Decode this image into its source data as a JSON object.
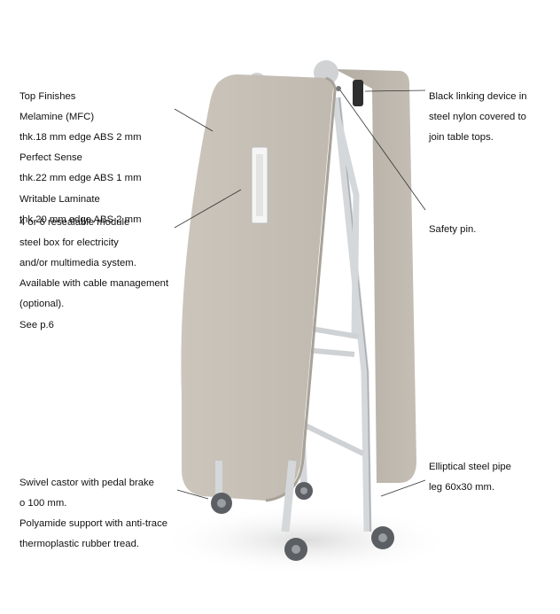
{
  "callouts": {
    "top_finishes": {
      "lines": [
        "Top Finishes",
        "Melamine (MFC)",
        "thk.18 mm edge ABS 2 mm",
        "Perfect Sense",
        "thk.22 mm edge ABS 1 mm",
        "Writable Laminate",
        "thk.20 mm edge ABS 2 mm"
      ]
    },
    "module_box": {
      "lines": [
        "4 or 6 resealable module",
        "steel box for electricity",
        "and/or multimedia system.",
        "Available with cable management",
        "(optional).",
        "See p.6"
      ]
    },
    "castor": {
      "lines": [
        "Swivel castor with pedal brake",
        "o 100 mm.",
        "Polyamide support with anti-trace",
        "thermoplastic rubber tread."
      ]
    },
    "linking_device": {
      "lines": [
        "Black linking device in",
        "steel nylon covered to",
        "join table tops."
      ]
    },
    "safety_pin": {
      "lines": [
        "Safety pin."
      ]
    },
    "leg": {
      "lines": [
        "Elliptical steel pipe",
        "leg 60x30 mm."
      ]
    }
  },
  "colors": {
    "top": "#c8c2b8",
    "top_dark": "#b3ada3",
    "frame": "#d9dcdf",
    "frame_dark": "#a9adb1",
    "wheel": "#5b5e62"
  }
}
